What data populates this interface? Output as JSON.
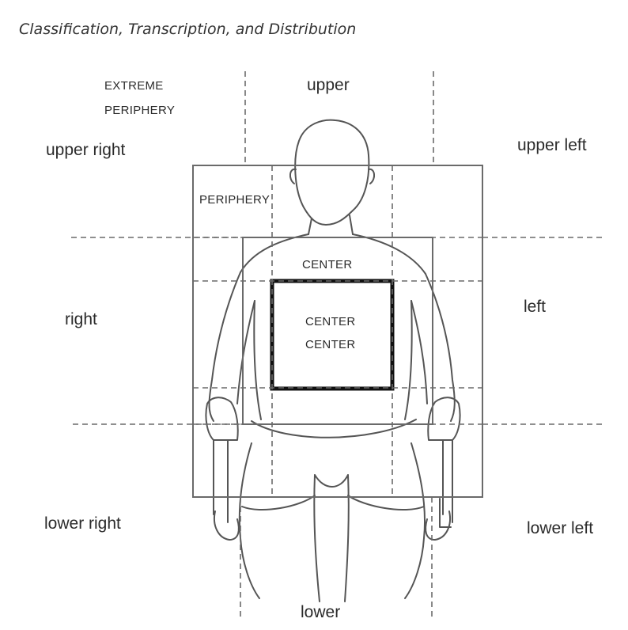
{
  "caption": "Classification, Transcription, and Distribution",
  "zones": {
    "extreme_periphery_line1": "EXTREME",
    "extreme_periphery_line2": "PERIPHERY",
    "periphery": "PERIPHERY",
    "center": "CENTER",
    "center_center_line1": "CENTER",
    "center_center_line2": "CENTER"
  },
  "directions": {
    "upper": "upper",
    "upper_right": "upper right",
    "upper_left": "upper left",
    "right": "right",
    "left": "left",
    "lower_right": "lower right",
    "lower_left": "lower left",
    "lower": "lower"
  }
}
